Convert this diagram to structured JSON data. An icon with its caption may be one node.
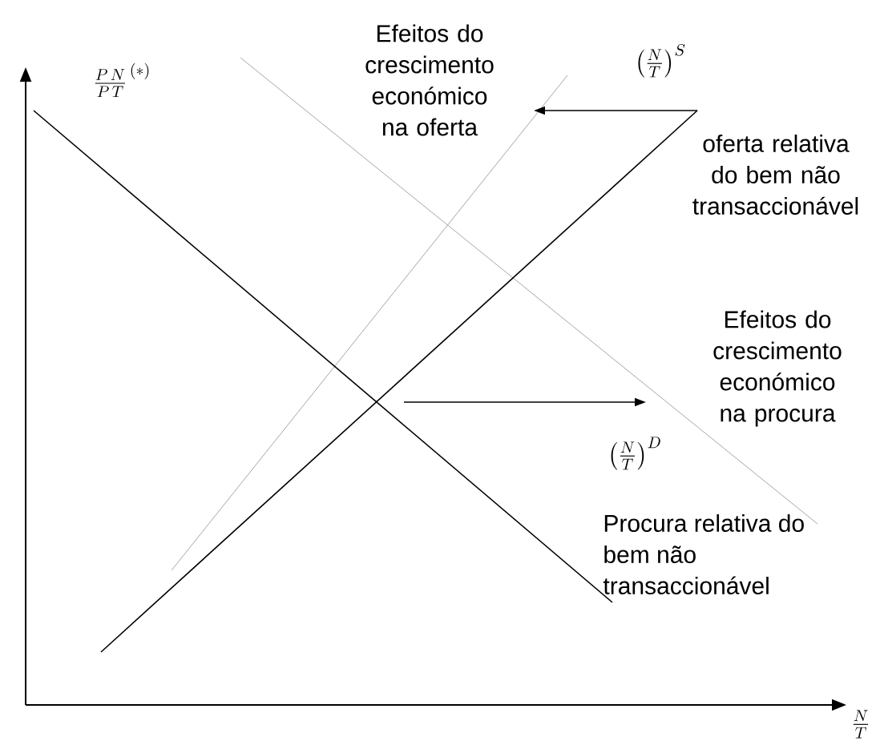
{
  "diagram": {
    "labels": [
      "\\frac{P\\,N}{P\\,T}^{\\,(*)}",
      "Efeitos do crescimento económico na oferta",
      "\\left(\\frac{N}{T}\\right)^{S}",
      "oferta relativa do bem não transaccionável",
      "Efeitos do crescimento económico na procura",
      "\\left(\\frac{N}{T}\\right)^{D}",
      "Procura relativa do bem não transaccionável",
      "\\frac{N}{T}"
    ]
  }
}
